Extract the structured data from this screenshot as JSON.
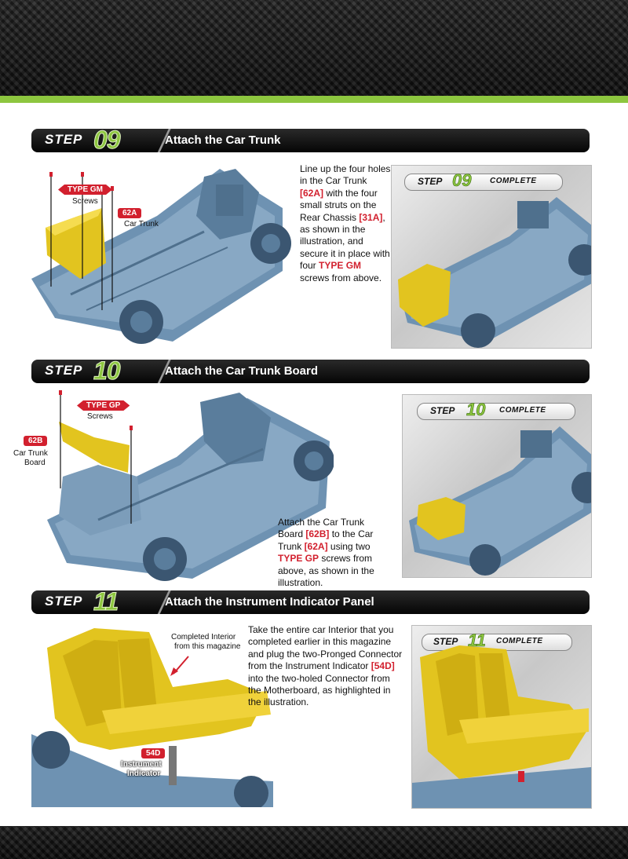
{
  "colors": {
    "accent_green": "#8dc63f",
    "ref_red": "#d2202e",
    "chassis_blue": "#6e92b2",
    "part_yellow": "#e2c41f"
  },
  "steps": [
    {
      "word": "STEP",
      "number": "09",
      "title": "Attach the Car Trunk",
      "complete_word": "STEP",
      "complete_label": "COMPLETE",
      "labels": {
        "type_badge": "TYPE GM",
        "type_sub": "Screws",
        "part_badge": "62A",
        "part_name": "Car Trunk"
      },
      "instructions": [
        {
          "t": "Line up the four holes in the Car Trunk "
        },
        {
          "t": "[62A]",
          "c": "ref"
        },
        {
          "t": " with the four small struts on the Rear Chassis "
        },
        {
          "t": "[31A]",
          "c": "ref"
        },
        {
          "t": ", as shown in the illustration, and secure it in place with four "
        },
        {
          "t": "TYPE GM",
          "c": "type"
        },
        {
          "t": " screws from above."
        }
      ]
    },
    {
      "word": "STEP",
      "number": "10",
      "title": "Attach the Car Trunk Board",
      "complete_word": "STEP",
      "complete_label": "COMPLETE",
      "labels": {
        "type_badge": "TYPE GP",
        "type_sub": "Screws",
        "part_badge": "62B",
        "part_name_1": "Car Trunk",
        "part_name_2": "Board"
      },
      "instructions": [
        {
          "t": "Attach the Car Trunk Board "
        },
        {
          "t": "[62B]",
          "c": "ref"
        },
        {
          "t": " to the Car Trunk "
        },
        {
          "t": "[62A]",
          "c": "ref"
        },
        {
          "t": " using two "
        },
        {
          "t": "TYPE GP",
          "c": "type"
        },
        {
          "t": " screws from above, as shown in the illustration."
        }
      ]
    },
    {
      "word": "STEP",
      "number": "11",
      "title": "Attach the Instrument Indicator Panel",
      "complete_word": "STEP",
      "complete_label": "COMPLETE",
      "labels": {
        "callout_1": "Completed Interior",
        "callout_2": "from this magazine",
        "part_badge": "54D",
        "part_name_1": "Instrument",
        "part_name_2": "Indicator"
      },
      "instructions": [
        {
          "t": "Take the entire car Interior that you completed earlier in this magazine and plug the two-Pronged Connector from the Instrument Indicator "
        },
        {
          "t": "[54D]",
          "c": "ref"
        },
        {
          "t": " into the two-holed Connector from the Motherboard, as highlighted in the illustration."
        }
      ]
    }
  ]
}
